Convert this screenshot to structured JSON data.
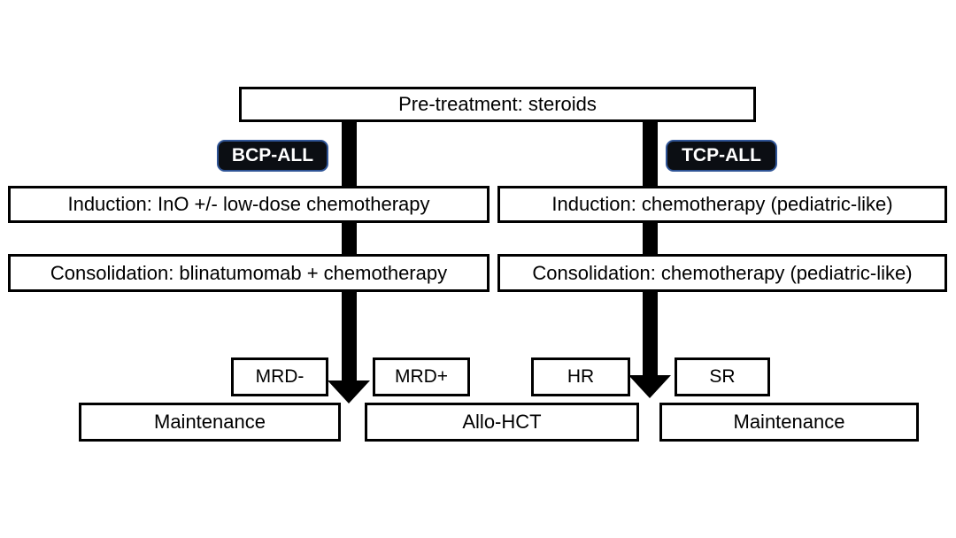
{
  "flow": {
    "pretreatment": {
      "label": "Pre-treatment: steroids"
    },
    "branches": [
      {
        "badge": "BCP-ALL",
        "induction": "Induction: InO +/- low-dose chemotherapy",
        "consolidation": "Consolidation: blinatumomab + chemotherapy",
        "risk_groups": [
          "MRD-",
          "MRD+"
        ]
      },
      {
        "badge": "TCP-ALL",
        "induction": "Induction: chemotherapy (pediatric-like)",
        "consolidation": "Consolidation: chemotherapy (pediatric-like)",
        "risk_groups": [
          "HR",
          "SR"
        ]
      }
    ],
    "outcomes": [
      "Maintenance",
      "Allo-HCT",
      "Maintenance"
    ],
    "colors": {
      "box_border": "#000000",
      "box_fill": "#ffffff",
      "badge_fill": "#0b0e13",
      "badge_border": "#2f5496",
      "badge_text": "#ffffff",
      "arrow": "#000000",
      "text": "#000000"
    }
  }
}
